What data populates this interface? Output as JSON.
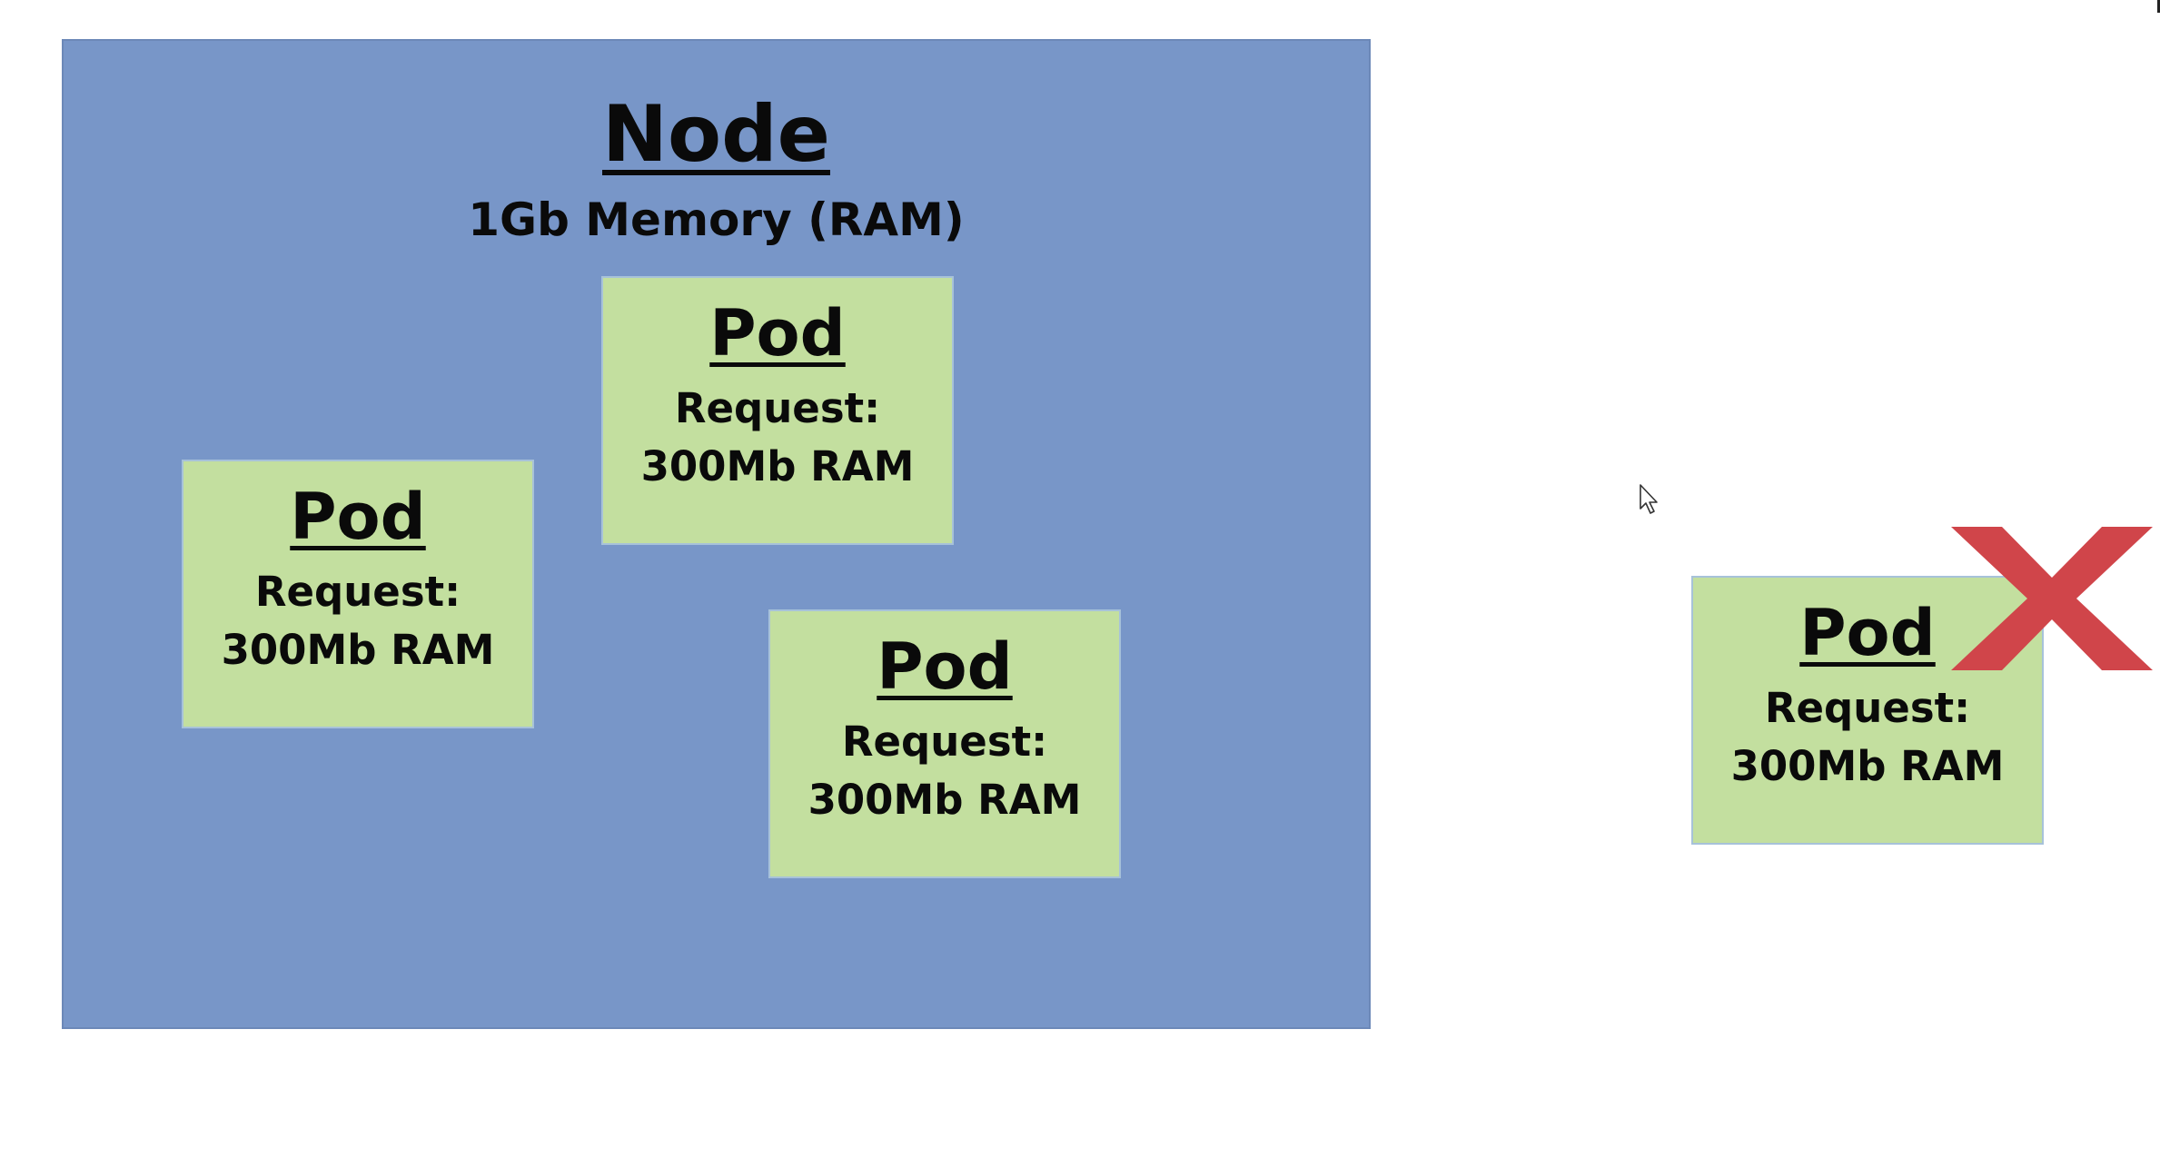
{
  "node": {
    "title": "Node",
    "subtitle": "1Gb Memory (RAM)"
  },
  "pods": [
    {
      "title": "Pod",
      "request_label": "Request:",
      "request_value": "300Mb RAM"
    },
    {
      "title": "Pod",
      "request_label": "Request:",
      "request_value": "300Mb RAM"
    },
    {
      "title": "Pod",
      "request_label": "Request:",
      "request_value": "300Mb RAM"
    }
  ],
  "rejected_pod": {
    "title": "Pod",
    "request_label": "Request:",
    "request_value": "300Mb RAM"
  },
  "icons": {
    "reject": "red-x-mark-icon",
    "cursor": "mouse-pointer-icon"
  },
  "colors": {
    "node_fill": "#7896c8",
    "pod_fill": "#c3df9f",
    "reject_mark": "#d0454a"
  }
}
